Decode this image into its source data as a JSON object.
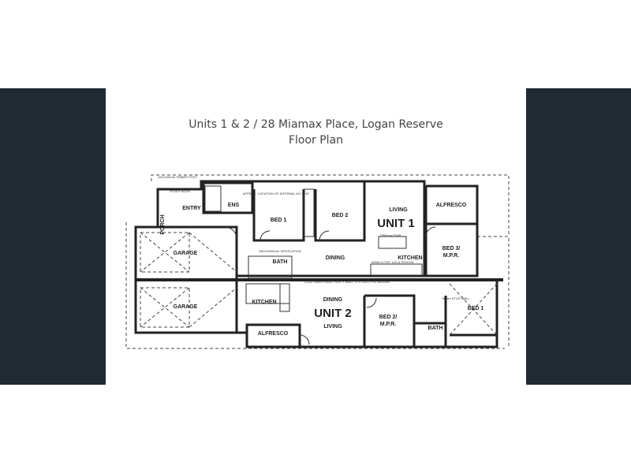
{
  "title": {
    "line1": "Units 1 & 2  /  28 Miamax Place, Logan Reserve",
    "line2": "Floor Plan"
  },
  "unit1": {
    "name": "UNIT 1",
    "rooms": {
      "entry": "ENTRY",
      "porch": "PORCH",
      "garage": "GARAGE",
      "bed1": "BED 1",
      "bed2": "BED 2",
      "living": "LIVING",
      "alfresco": "ALFRESCO",
      "bed3": "BED 3/",
      "bed3b": "M.P.R.",
      "dining": "DINING",
      "kitchen": "KITCHEN",
      "bath": "BATH",
      "ens": "ENS",
      "study": "STUDY NOOK",
      "mech": "MECHANICAL VENTILATION"
    }
  },
  "unit2": {
    "name": "UNIT 2",
    "rooms": {
      "garage": "GARAGE",
      "kitchen": "KITCHEN",
      "dining": "DINING",
      "living": "LIVING",
      "alfresco": "ALFRESCO",
      "bed2": "BED 2/",
      "bed2b": "M.P.R.",
      "bath": "BATH",
      "bed1": "BED 1"
    }
  },
  "notes": {
    "timber_post": "100x100mm TIMBER POST",
    "ac": "APPROX. LOCATION OF INTERNAL A/C UNIT",
    "party_wall": "LOAD 50mm PANEL PARTY WALL SYSTEM 2 FRL 60/60/60",
    "stud_wall": "90mm STUD WALL",
    "cooktop": "600W C/TOP, U/O & R/HOOD",
    "sink": "2000mm BTAR"
  }
}
